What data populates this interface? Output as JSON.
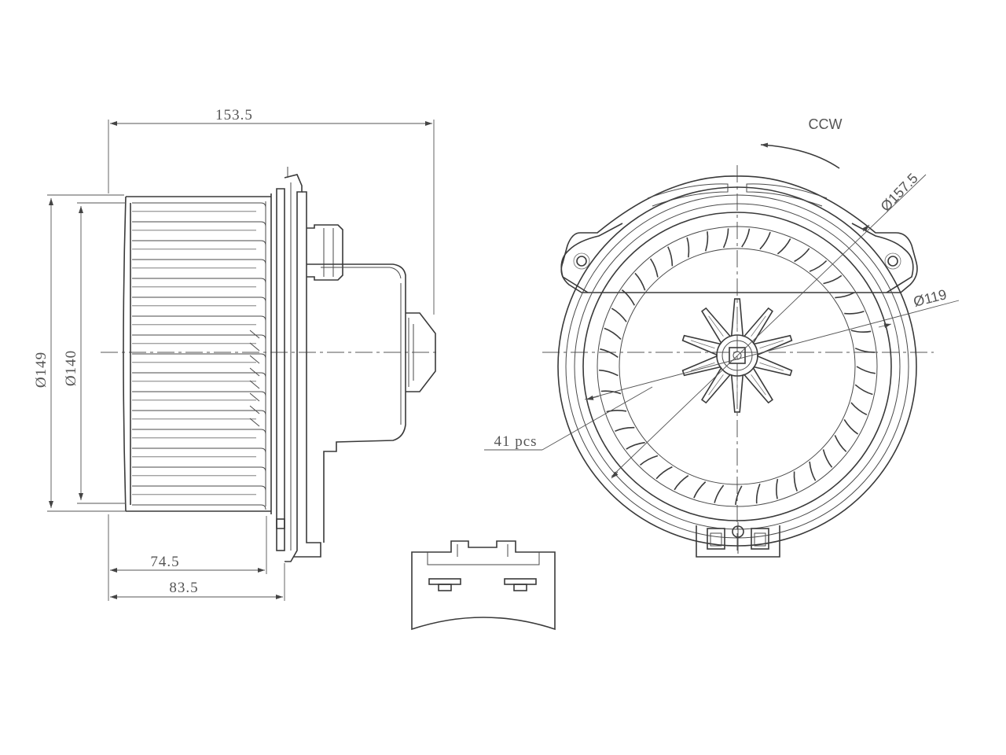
{
  "side_view": {
    "overall_length": "153.5",
    "outer_diameter": "Ø149",
    "inner_diameter": "Ø140",
    "length_fan": "74.5",
    "length_flange": "83.5"
  },
  "front_view": {
    "rotation": "CCW",
    "outer_diameter": "Ø157.5",
    "wheel_diameter": "Ø119",
    "blade_count": "41 pcs"
  },
  "colors": {
    "line": "#3a3a3a",
    "dimension": "#555555",
    "background": "#ffffff"
  }
}
